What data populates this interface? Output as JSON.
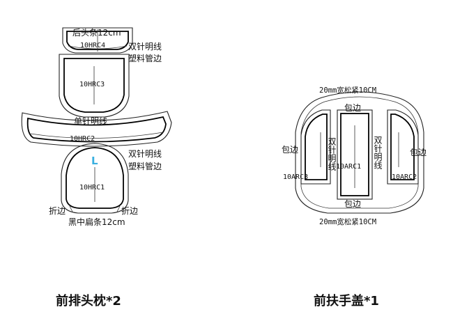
{
  "left_group": {
    "labels": {
      "top_strip": "后头条12cm",
      "double_stitch_top": "双针明线",
      "plastic_piping_top": "塑料管边",
      "single_stitch": "单针明线",
      "double_stitch_mid": "双针明线",
      "plastic_piping_mid": "塑料管边",
      "fold_left": "折边",
      "fold_right": "折边",
      "bottom_strip": "黑中扁条12cm"
    },
    "codes": {
      "hrc4": "10HRC4",
      "hrc3": "10HRC3",
      "hrc2": "10HRC2",
      "hrc1": "10HRC1"
    },
    "size_mark": "L",
    "size_mark_color": "#3ab0e0",
    "caption": "前排头枕*2"
  },
  "right_group": {
    "labels": {
      "top_elastic": "20mm宽松紧10CM",
      "edge_top": "包边",
      "edge_left": "包边",
      "edge_right": "包边",
      "stitch_left": "双针明线",
      "stitch_right": "双针明线",
      "edge_bottom": "包边",
      "bottom_elastic": "20mm宽松紧10CM"
    },
    "codes": {
      "arc1": "10ARC1",
      "arc2": "10ARC2",
      "arc3": "10ARC3"
    },
    "caption": "前扶手盖*1"
  }
}
